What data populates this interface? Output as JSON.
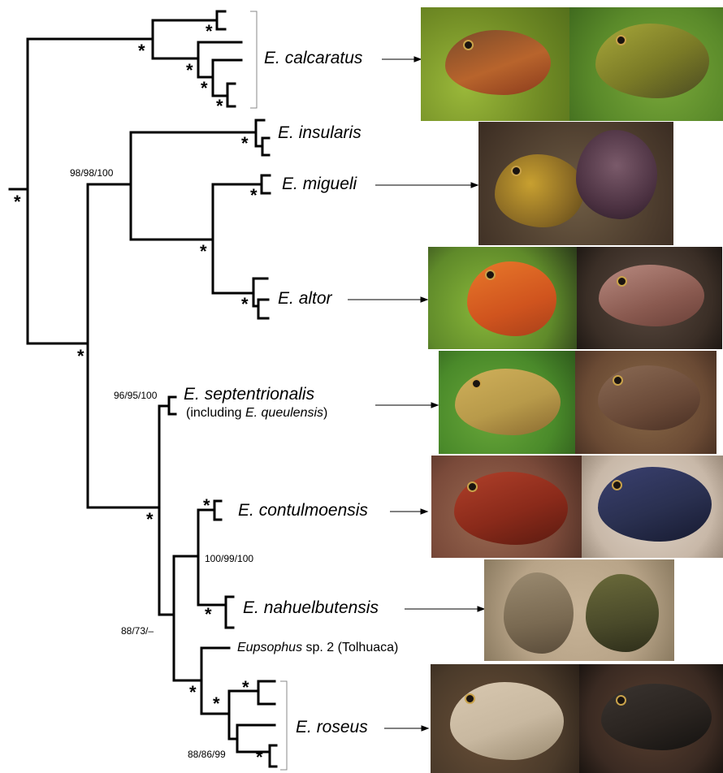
{
  "taxa": {
    "calcaratus": {
      "genus": "E.",
      "epithet": "calcaratus"
    },
    "insularis": {
      "genus": "E.",
      "epithet": "insularis"
    },
    "migueli": {
      "genus": "E.",
      "epithet": "migueli"
    },
    "altor": {
      "genus": "E.",
      "epithet": "altor"
    },
    "septentrionalis": {
      "genus": "E.",
      "epithet": "septentrionalis",
      "note_prefix": "(including ",
      "note_genus": "E.",
      "note_epithet": "queulensis",
      "note_suffix": ")"
    },
    "contulmoensis": {
      "genus": "E.",
      "epithet": "contulmoensis"
    },
    "nahuelbutensis": {
      "genus": "E.",
      "epithet": "nahuelbutensis"
    },
    "sp2": {
      "genus": "Eupsophus",
      "rest": "sp. 2 (Tolhuaca)"
    },
    "roseus": {
      "genus": "E.",
      "epithet": "roseus"
    }
  },
  "support": {
    "star": "*",
    "insularis_altor": "98/98/100",
    "septentrionalis": "96/95/100",
    "contulmoensis_nahuelbutensis": "100/99/100",
    "southern_clade": "88/73/–",
    "roseus_inner": "88/86/99"
  },
  "photo_palette": {
    "calcaratus": [
      "#7a8a2a",
      "#8da23a",
      "#a55a2c",
      "#6f6a24"
    ],
    "insularis_migueli": [
      "#5b4a36",
      "#6e5c44",
      "#b88a2c",
      "#5a3a48"
    ],
    "altor": [
      "#5f8a2a",
      "#3a2e26",
      "#d9622a",
      "#8a5a50"
    ],
    "septentrionalis": [
      "#4a8a2a",
      "#7a5a3a",
      "#b89a4a",
      "#6a4a38"
    ],
    "contulmoensis": [
      "#7a4a3a",
      "#c8b8a8",
      "#8a2a1a",
      "#2a3050"
    ],
    "nahuelbutensis": [
      "#b8a488",
      "#a8987a",
      "#7a6a52",
      "#4a4a2a"
    ],
    "roseus": [
      "#4a3a2a",
      "#3a2a22",
      "#c8b8a0",
      "#2a2420"
    ]
  }
}
